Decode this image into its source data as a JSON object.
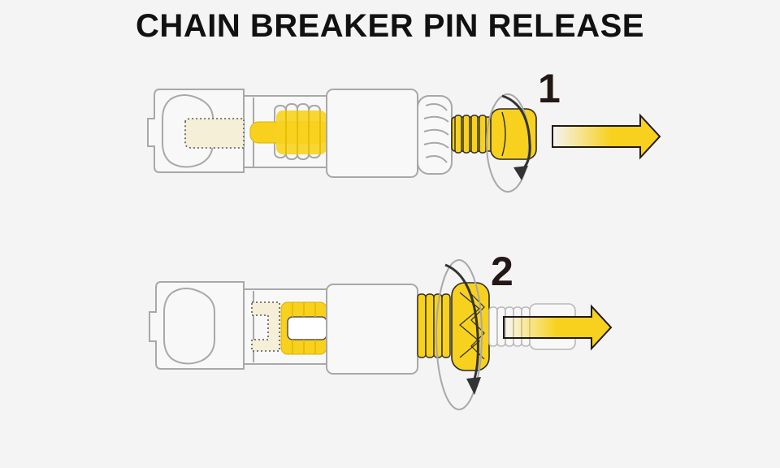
{
  "title": "CHAIN BREAKER PIN RELEASE",
  "steps": [
    {
      "number": "1",
      "icon": "rotate-ccw-arrow-icon"
    },
    {
      "number": "2",
      "icon": "rotate-ccw-arrow-icon"
    }
  ],
  "colors": {
    "accent_yellow": "#f7d11e",
    "outline_gray": "#a8a8a8",
    "dark": "#231815",
    "background": "#f4f4f4"
  }
}
